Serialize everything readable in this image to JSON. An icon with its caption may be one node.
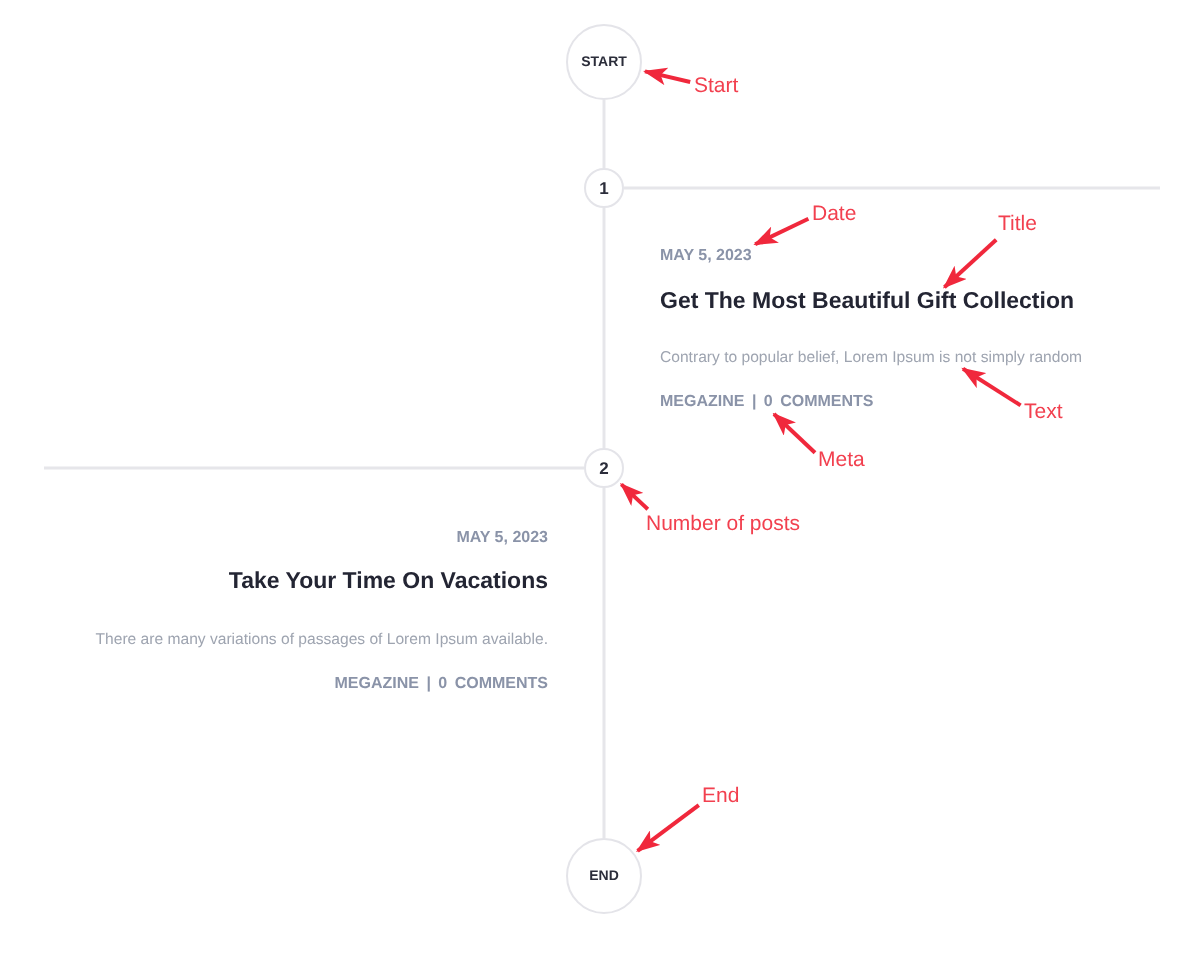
{
  "diagram": {
    "nodes": [
      {
        "text": [
          "START"
        ]
      },
      {
        "text": [
          "Start"
        ]
      },
      {
        "text": [
          "1"
        ]
      },
      {
        "text": [
          "MAY 5, 2023"
        ]
      },
      {
        "text": [
          "Date"
        ]
      },
      {
        "text": [
          "Get The Most Beautiful Gift Collection"
        ]
      },
      {
        "text": [
          "Title"
        ]
      },
      {
        "text": [
          "Contrary to popular belief, Lorem Ipsum is not simply random"
        ]
      },
      {
        "text": [
          "Text"
        ]
      },
      {
        "text": [
          "MEGAZINE | 0 COMMENTS"
        ]
      },
      {
        "text": [
          "Meta"
        ]
      },
      {
        "text": [
          "2"
        ]
      },
      {
        "text": [
          "Number of posts"
        ]
      },
      {
        "text": [
          "END"
        ]
      },
      {
        "text": [
          "End"
        ]
      }
    ],
    "edges": [
      {
        "from": 0,
        "to": 2,
        "arrow": "none",
        "color": "#e6e6ea"
      },
      {
        "from": 2,
        "to": 11,
        "arrow": "none",
        "color": "#e6e6ea"
      },
      {
        "from": 11,
        "to": 13,
        "arrow": "none",
        "color": "#e6e6ea"
      },
      {
        "from": 2,
        "to": null,
        "arrow": "none",
        "color": "#e6e6ea"
      },
      {
        "from": 11,
        "to": null,
        "arrow": "none",
        "color": "#e6e6ea"
      },
      {
        "from": 1,
        "to": 0,
        "arrow": "to"
      },
      {
        "from": 4,
        "to": 3,
        "arrow": "to"
      },
      {
        "from": 6,
        "to": 5,
        "arrow": "to"
      },
      {
        "from": 8,
        "to": 7,
        "arrow": "to"
      },
      {
        "from": 10,
        "to": 9,
        "arrow": "to"
      },
      {
        "from": 12,
        "to": 11,
        "arrow": "to"
      },
      {
        "from": 14,
        "to": 13,
        "arrow": "to"
      }
    ],
    "labels": [
      "MAY 5, 2023",
      "Take Your Time On Vacations",
      "There are many variations of passages of Lorem Ipsum available.",
      "MEGAZINE | 0 COMMENTS"
    ]
  }
}
